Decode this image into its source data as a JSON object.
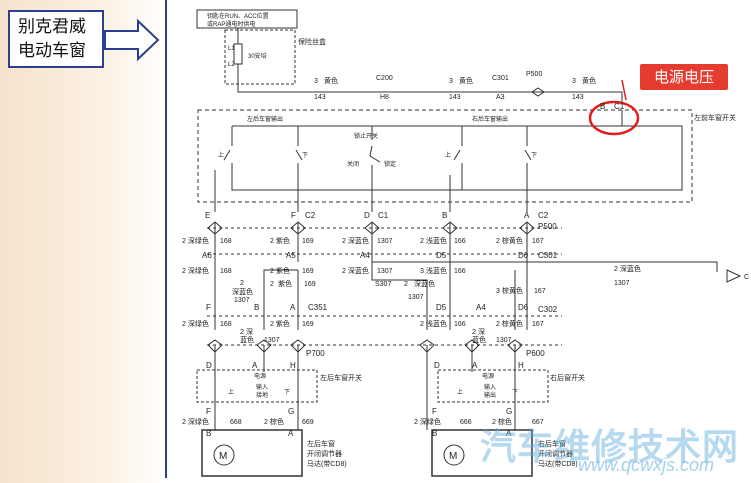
{
  "callout": {
    "line1": "别克君威",
    "line2": "电动车窗"
  },
  "badge": "电源电压",
  "header": {
    "switch_text1": "钥匙在RUN、ACC位置",
    "switch_text2": "或RAP通电时供电",
    "fuse_box": "保险丝盒",
    "fuse_l1": "L1",
    "fuse_l2": "L2",
    "fuse_rating": "30安培"
  },
  "power_line": {
    "w1": {
      "gauge": "3",
      "color": "黄色",
      "circuit": "143"
    },
    "c200": {
      "name": "C200",
      "pin": "H8"
    },
    "w2": {
      "gauge": "3",
      "color": "黄色",
      "circuit": "143"
    },
    "c301": {
      "name": "C301",
      "pin": "A3"
    },
    "p500": "P500",
    "w3": {
      "gauge": "3",
      "color": "黄色",
      "circuit": "143"
    },
    "entry": {
      "pin": "B",
      "conn": "C1"
    }
  },
  "master_switch": {
    "name": "左前车窗开关",
    "left_rear": "左后车窗输出",
    "right_rear": "右后车窗输出",
    "lockout": "锁止开关",
    "off": "关闭",
    "lock": "锁定",
    "up": "上",
    "down": "下"
  },
  "pins_row": [
    {
      "pin": "E",
      "conn": ""
    },
    {
      "pin": "F",
      "conn": "C2"
    },
    {
      "pin": "D",
      "conn": "C1"
    },
    {
      "pin": "B",
      "conn": ""
    },
    {
      "pin": "A",
      "conn": "C2"
    }
  ],
  "p500_right": "P500",
  "wires_row1": [
    {
      "label": "2 深绿色",
      "circuit": "168"
    },
    {
      "label": "2 紫色",
      "circuit": "169"
    },
    {
      "label": "2 深蓝色",
      "circuit": "1307"
    },
    {
      "label": "2 浅蓝色",
      "circuit": "166"
    },
    {
      "label": "2 棕黄色",
      "circuit": "167"
    }
  ],
  "c301_row": [
    "A6",
    "A5",
    "A4",
    "D5",
    "D6",
    "C301"
  ],
  "wires_row2": [
    {
      "label": "2 深绿色",
      "circuit": "168"
    },
    {
      "label": "2 紫色",
      "circuit": "169"
    },
    {
      "label": "2 深蓝色",
      "circuit": "1307"
    },
    {
      "label": "3 浅蓝色",
      "circuit": "166"
    }
  ],
  "branch_out": {
    "label": "2 深蓝色",
    "circuit": "1307",
    "connector": "C"
  },
  "s307": "S307",
  "left_rear_group": {
    "w_dkblue": {
      "g": "2",
      "c": "深蓝色",
      "circuit": "1307"
    },
    "w_purple": {
      "g": "2",
      "c": "紫色",
      "circuit": "169"
    },
    "pins": [
      "F",
      "B",
      "A"
    ],
    "conn": "C351",
    "w_green": {
      "label": "2 深绿色",
      "circuit": "168"
    },
    "w_purple2": {
      "label": "2 紫色",
      "circuit": "169"
    },
    "w_dkblue2": {
      "g": "2",
      "c1": "深",
      "c2": "蓝色",
      "circuit": "1307"
    },
    "p700": "P700",
    "sw_pins": [
      "D",
      "A",
      "H"
    ],
    "switch_name": "左后车窗开关",
    "switch_labels": [
      "电源",
      "输入",
      "接地",
      "上",
      "下"
    ],
    "motor_pins": [
      "F",
      "G"
    ],
    "motor_wires": [
      {
        "label": "2 深绿色",
        "circuit": "668"
      },
      {
        "label": "2 棕色",
        "circuit": "669"
      }
    ],
    "motor_pin_labels": [
      "B",
      "A"
    ],
    "motor_name": [
      "左后车窗",
      "开闭调节器",
      "马达(带CD8)"
    ]
  },
  "right_rear_group": {
    "w_dkblue": {
      "g": "2",
      "c": "深蓝色",
      "circuit": "1307"
    },
    "w_tan": {
      "label": "3 棕黄色",
      "circuit": "167"
    },
    "pins": [
      "D5",
      "A4",
      "D6"
    ],
    "conn": "C302",
    "w_ltblue": {
      "label": "2 浅蓝色",
      "circuit": "166"
    },
    "w_dkblue2": {
      "g": "2",
      "c1": "深",
      "c2": "蓝色",
      "circuit": "1307"
    },
    "w_tan2": {
      "label": "2 棕黄色",
      "circuit": "167"
    },
    "p600": "P600",
    "sw_pins": [
      "D",
      "A",
      "H"
    ],
    "switch_name": "右后窗开关",
    "switch_labels": [
      "电源",
      "输入",
      "输出",
      "上",
      "下"
    ],
    "motor_pins": [
      "F",
      "G"
    ],
    "motor_wires": [
      {
        "label": "2 深绿色",
        "circuit": "666"
      },
      {
        "label": "2 棕色",
        "circuit": "667"
      }
    ],
    "motor_pin_labels": [
      "B",
      "A"
    ],
    "motor_name": [
      "右后车窗",
      "开闭调节器",
      "马达(带CD8)"
    ]
  },
  "motor_symbol": "M",
  "watermark": {
    "cn": "汽车维修技术网",
    "url": "www.qcwxjs.com"
  }
}
